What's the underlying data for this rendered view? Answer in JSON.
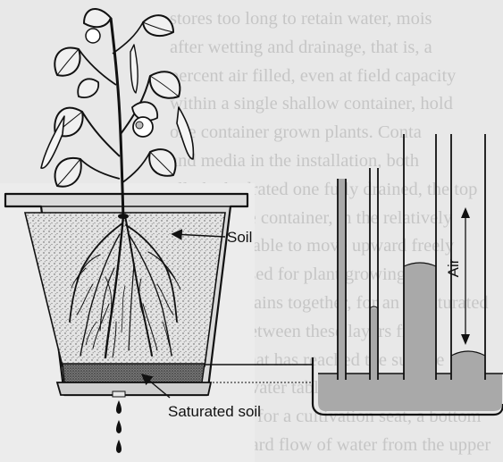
{
  "labels": {
    "soil": "Soil",
    "saturated_soil": "Saturated soil",
    "air": "Air"
  },
  "background_text": [
    "stores too long to retain water, mois",
    "after wetting and drainage, that is, a",
    "percent air filled, even at field capacity",
    "within a single shallow container, hold",
    "one container grown plants. Conta",
    "and media in the installation, both",
    "all, the hydrated one fully drained, the top",
    "water in the container, in the relatively",
    "will not be able to move upward freely",
    "than proposed for plant growing, so",
    "moisture drains together, for an unsaturated",
    "the tubes between these layers from",
    "the water that has reached the surface",
    "below the water table within the tubes, however",
    "or in a hole for a cultivation seat, a bottom",
    "the downward flow of water from the upper"
  ],
  "colors": {
    "ink": "#111111",
    "water": "#a9a9a9",
    "pot_shadow": "#d4d4d4",
    "background": "#e8e8e8"
  }
}
